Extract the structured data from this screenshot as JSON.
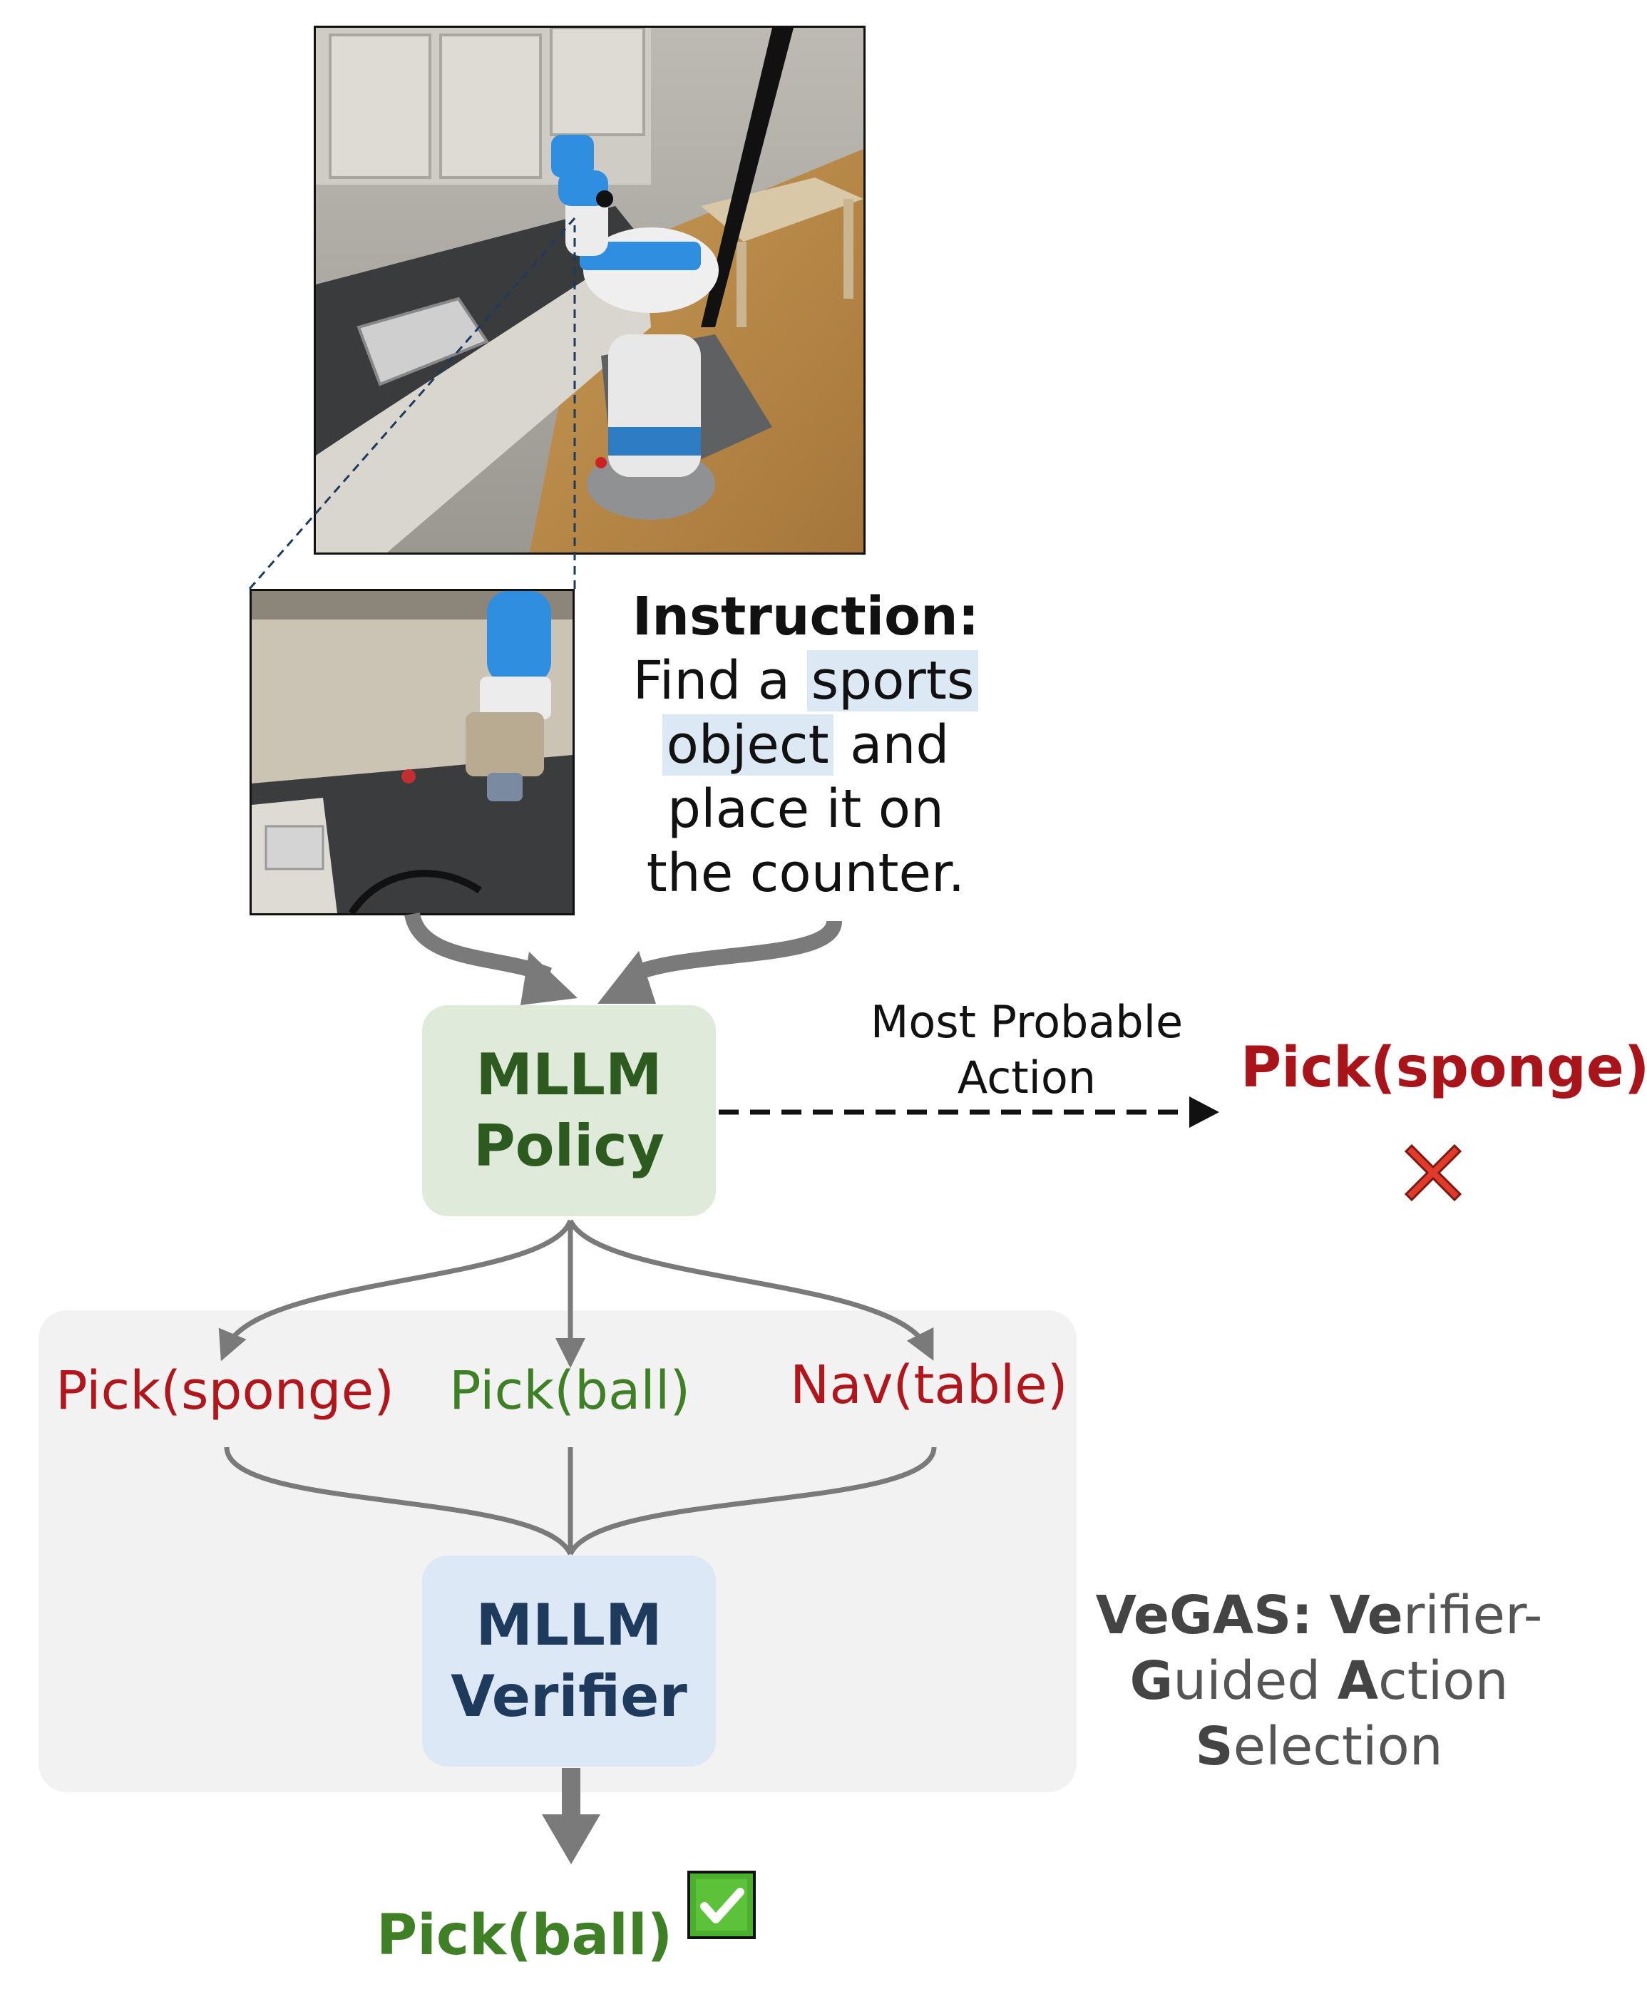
{
  "instruction": {
    "header": "Instruction:",
    "text_before": "Find a",
    "highlight_1": "sports",
    "highlight_2": "object",
    "text_after_1": "and",
    "text_after_2": "place it on",
    "text_after_3": "the counter."
  },
  "policy_box": {
    "line1": "MLLM",
    "line2": "Policy"
  },
  "verifier_box": {
    "line1": "MLLM",
    "line2": "Verifier"
  },
  "most_probable": {
    "line1": "Most Probable",
    "line2": "Action"
  },
  "policy_output": {
    "label": "Pick(sponge)",
    "mark": "✕"
  },
  "candidates": [
    {
      "label": "Pick(sponge)",
      "status": "wrong"
    },
    {
      "label": "Pick(ball)",
      "status": "correct"
    },
    {
      "label": "Nav(table)",
      "status": "wrong"
    }
  ],
  "final_output": {
    "label": "Pick(ball)",
    "mark": "✓"
  },
  "vegas": {
    "acr_1": "VeGAS:",
    "acr_2": "Ve",
    "rest_2": "rifier-",
    "acr_3": "G",
    "rest_3": "uided",
    "acr_4": "A",
    "rest_4": "ction",
    "acr_5": "S",
    "rest_5": "election"
  },
  "colors": {
    "policy_bg": "#dfeadb",
    "verifier_bg": "#dce8f5",
    "panel_bg": "#f2f2f2",
    "wrong": "#b0161c",
    "correct": "#3f7f26",
    "arrow": "#7a7a7a"
  }
}
